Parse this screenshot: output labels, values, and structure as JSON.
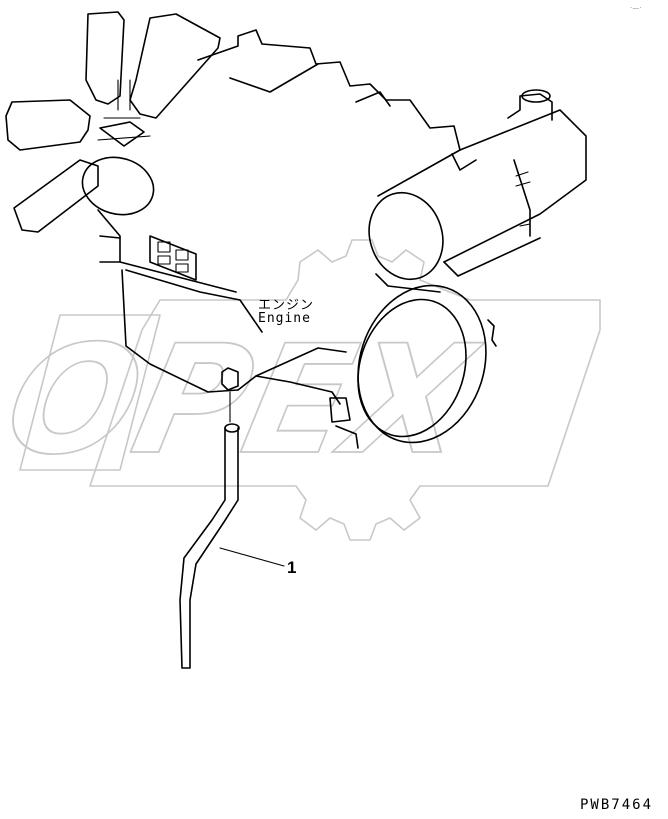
{
  "labels": {
    "engine_jp": "エンジン",
    "engine_en": "Engine",
    "callout_1": "1",
    "drawing_code": "PWB7464",
    "corner_mark": "·—·"
  },
  "watermark": {
    "text": "OPEX",
    "color": "#c8c8c8"
  },
  "colors": {
    "line": "#000000",
    "background": "#ffffff"
  }
}
